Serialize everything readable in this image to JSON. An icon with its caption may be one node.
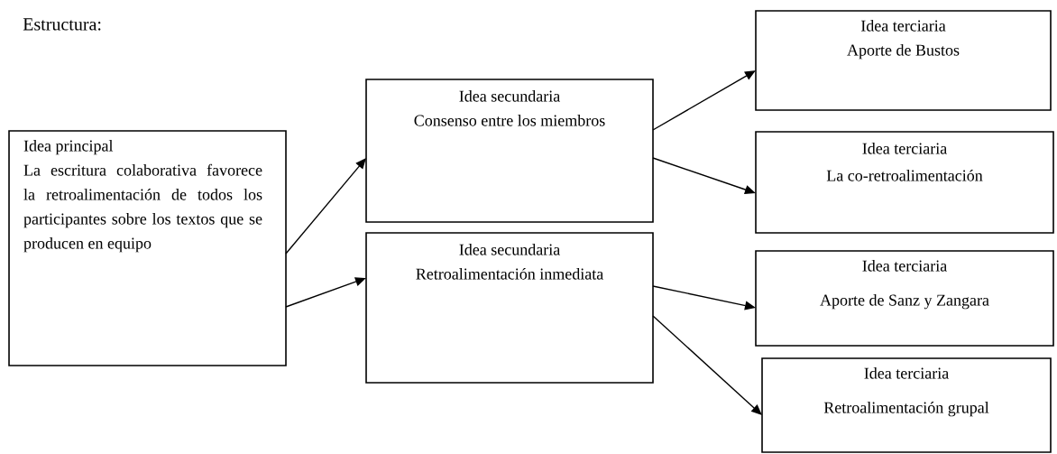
{
  "diagram": {
    "labels": [
      "Estructura:"
    ],
    "nodes": [
      {
        "text": [
          "Idea principal",
          "La escritura colaborativa favorece la retroalimentación de todos los participantes sobre los textos que se producen en equipo"
        ]
      },
      {
        "text": [
          "Idea secundaria",
          "Consenso entre los miembros"
        ]
      },
      {
        "text": [
          "Idea secundaria",
          "Retroalimentación inmediata"
        ]
      },
      {
        "text": [
          "Idea terciaria",
          "Aporte de Bustos"
        ]
      },
      {
        "text": [
          "Idea terciaria",
          "La co-retroalimentación"
        ]
      },
      {
        "text": [
          "Idea terciaria",
          "Aporte de Sanz y Zangara"
        ]
      },
      {
        "text": [
          "Idea terciaria",
          "Retroalimentación grupal"
        ]
      }
    ],
    "edges": [
      {
        "from": 0,
        "to": 1,
        "arrow": "to"
      },
      {
        "from": 0,
        "to": 2,
        "arrow": "to"
      },
      {
        "from": 1,
        "to": 3,
        "arrow": "to"
      },
      {
        "from": 1,
        "to": 4,
        "arrow": "to"
      },
      {
        "from": 2,
        "to": 5,
        "arrow": "to"
      },
      {
        "from": 2,
        "to": 6,
        "arrow": "to"
      }
    ]
  }
}
